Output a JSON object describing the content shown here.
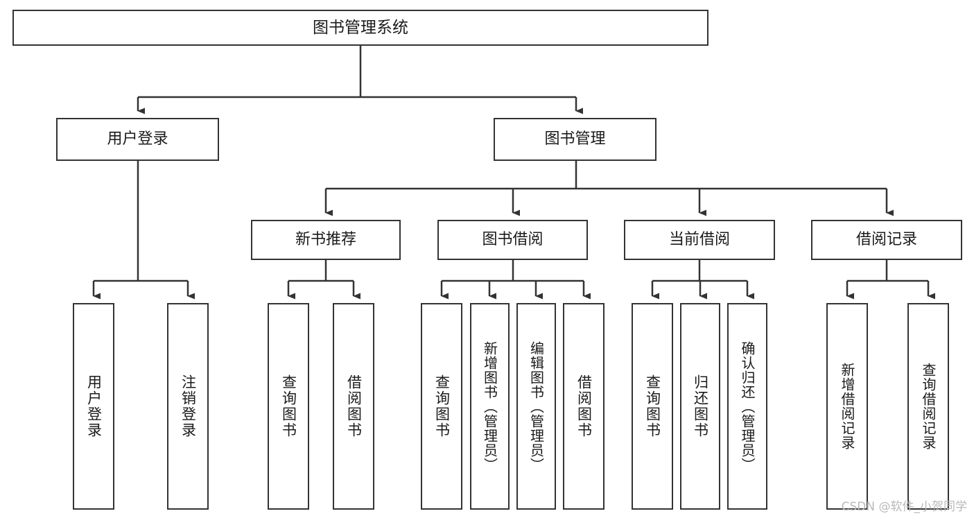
{
  "diagram": {
    "title": "图书管理系统",
    "type": "tree",
    "watermark": "CSDN @软件_小贺同学",
    "line_color": "#333333",
    "box_fill": "#ffffff",
    "text_color": "#1a1a1a",
    "root": {
      "label": "图书管理系统"
    },
    "level2": [
      {
        "label": "用户登录"
      },
      {
        "label": "图书管理"
      }
    ],
    "level3": [
      {
        "label": "新书推荐"
      },
      {
        "label": "图书借阅"
      },
      {
        "label": "当前借阅"
      },
      {
        "label": "借阅记录"
      }
    ],
    "leaves": {
      "user_login": [
        {
          "label": "用户登录"
        },
        {
          "label": "注销登录"
        }
      ],
      "new_book": [
        {
          "label": "查询图书"
        },
        {
          "label": "借阅图书"
        }
      ],
      "book_borrow": [
        {
          "label": "查询图书"
        },
        {
          "label": "新增图书（管理员）"
        },
        {
          "label": "编辑图书（管理员）"
        },
        {
          "label": "借阅图书"
        }
      ],
      "current_borrow": [
        {
          "label": "查询图书"
        },
        {
          "label": "归还图书"
        },
        {
          "label": "确认归还（管理员）"
        }
      ],
      "borrow_record": [
        {
          "label": "新增借阅记录"
        },
        {
          "label": "查询借阅记录"
        }
      ]
    }
  }
}
